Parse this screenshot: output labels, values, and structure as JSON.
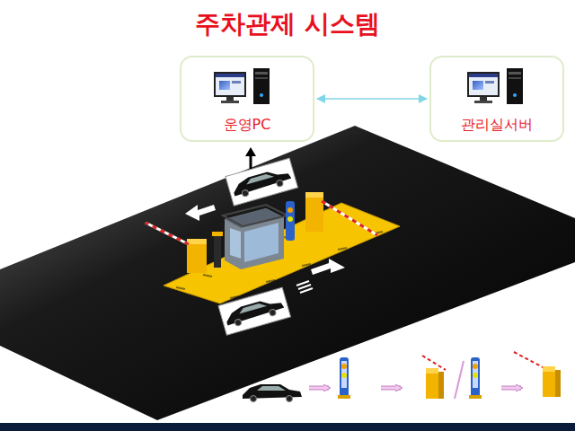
{
  "diagram": {
    "title": "주차관제 시스템",
    "nodes": [
      {
        "text": [
          "운영PC"
        ]
      },
      {
        "text": [
          "관리실서버"
        ]
      }
    ],
    "edges": [
      {
        "from": 0,
        "to": 1,
        "arrow": "both"
      }
    ]
  }
}
